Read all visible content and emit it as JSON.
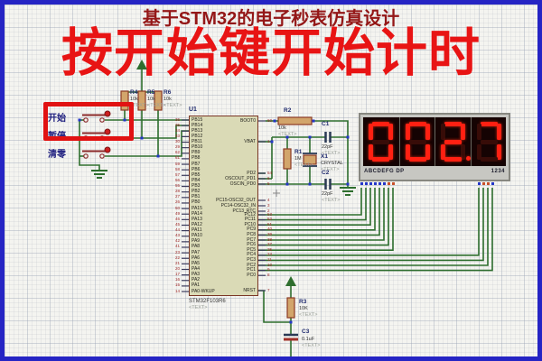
{
  "titles": {
    "top": "基于STM32的电子秒表仿真设计",
    "headline": "按开始键开始计时"
  },
  "buttons": {
    "start": "开始",
    "pause": "暂停",
    "clear": "清零"
  },
  "components": {
    "r1": {
      "ref": "R1",
      "value": "1M",
      "extra": "<TEXT>"
    },
    "r2": {
      "ref": "R2",
      "value": "10k",
      "extra": "<TEXT>"
    },
    "r3": {
      "ref": "R3",
      "value": "10K",
      "extra": "<TEXT>"
    },
    "r4": {
      "ref": "R4",
      "value": "10k",
      "extra": "<TEXT>"
    },
    "r5": {
      "ref": "R5",
      "value": "10k",
      "extra": "<TEXT>"
    },
    "r6": {
      "ref": "R6",
      "value": "10k",
      "extra": "<TEXT>"
    },
    "c1": {
      "ref": "C1",
      "value": "22pF",
      "extra": "<TEXT>"
    },
    "c2": {
      "ref": "C2",
      "value": "22pF",
      "extra": "<TEXT>"
    },
    "c3": {
      "ref": "C3",
      "value": "0.1uF",
      "extra": "<TEXT>"
    },
    "x1": {
      "ref": "X1",
      "value": "CRYSTAL",
      "extra": "<TEXT>"
    }
  },
  "chip": {
    "ref": "U1",
    "part": "STM32F103R6",
    "extra": "<TEXT>",
    "left_pins": [
      {
        "name": "PB15",
        "num": "36"
      },
      {
        "name": "PB14",
        "num": "35"
      },
      {
        "name": "PB13",
        "num": "34"
      },
      {
        "name": "PB12",
        "num": "33"
      },
      {
        "name": "PB11",
        "num": "30"
      },
      {
        "name": "PB10",
        "num": "29"
      },
      {
        "name": "PB9",
        "num": "62"
      },
      {
        "name": "PB8",
        "num": "61"
      },
      {
        "name": "PB7",
        "num": "59"
      },
      {
        "name": "PB6",
        "num": "58"
      },
      {
        "name": "PB5",
        "num": "57"
      },
      {
        "name": "PB4",
        "num": "56"
      },
      {
        "name": "PB3",
        "num": "55"
      },
      {
        "name": "PB2",
        "num": "28"
      },
      {
        "name": "PB1",
        "num": "27"
      },
      {
        "name": "PB0",
        "num": "26"
      },
      {
        "name": "PA15",
        "num": "50"
      },
      {
        "name": "PA14",
        "num": "49"
      },
      {
        "name": "PA13",
        "num": "46"
      },
      {
        "name": "PA12",
        "num": "45"
      },
      {
        "name": "PA11",
        "num": "44"
      },
      {
        "name": "PA10",
        "num": "43"
      },
      {
        "name": "PA9",
        "num": "42"
      },
      {
        "name": "PA8",
        "num": "41"
      },
      {
        "name": "PA7",
        "num": "23"
      },
      {
        "name": "PA6",
        "num": "22"
      },
      {
        "name": "PA5",
        "num": "21"
      },
      {
        "name": "PA4",
        "num": "20"
      },
      {
        "name": "PA3",
        "num": "17"
      },
      {
        "name": "PA2",
        "num": "16"
      },
      {
        "name": "PA1",
        "num": "15"
      },
      {
        "name": "PA0-WKUP",
        "num": "14"
      }
    ],
    "right_pins": [
      {
        "name": "BOOT0",
        "num": "60"
      },
      {
        "name": "VBAT",
        "num": "1"
      },
      {
        "name": "PD2",
        "num": "54"
      },
      {
        "name": "OSCOUT_PD1",
        "num": "6"
      },
      {
        "name": "OSCIN_PD0",
        "num": "5"
      },
      {
        "name": "PC15-OSC32_OUT",
        "num": "4"
      },
      {
        "name": "PC14-OSC32_IN",
        "num": "3"
      },
      {
        "name": "PC13_RTC",
        "num": "2"
      },
      {
        "name": "PC12",
        "num": "53"
      },
      {
        "name": "PC11",
        "num": "52"
      },
      {
        "name": "PC10",
        "num": "51"
      },
      {
        "name": "PC9",
        "num": "40"
      },
      {
        "name": "PC8",
        "num": "39"
      },
      {
        "name": "PC7",
        "num": "38"
      },
      {
        "name": "PC6",
        "num": "37"
      },
      {
        "name": "PC5",
        "num": "25"
      },
      {
        "name": "PC4",
        "num": "24"
      },
      {
        "name": "PC3",
        "num": "11"
      },
      {
        "name": "PC2",
        "num": "10"
      },
      {
        "name": "PC1",
        "num": "9"
      },
      {
        "name": "PC0",
        "num": "8"
      },
      {
        "name": "NRST",
        "num": "7"
      }
    ]
  },
  "display": {
    "digits": [
      "0",
      "0",
      "2",
      "7"
    ],
    "dp_after_index": 2,
    "segment_label": "ABCDEFG DP",
    "digit_label": "1234"
  },
  "colors": {
    "wire": "#2e6e2e",
    "highlight_red": "#e11212",
    "segment_on": "#ff2012",
    "component_body": "#d2a56b",
    "component_border": "#8b3a24",
    "junction_blue": "#2436c8",
    "pad_red": "#c8502a"
  }
}
